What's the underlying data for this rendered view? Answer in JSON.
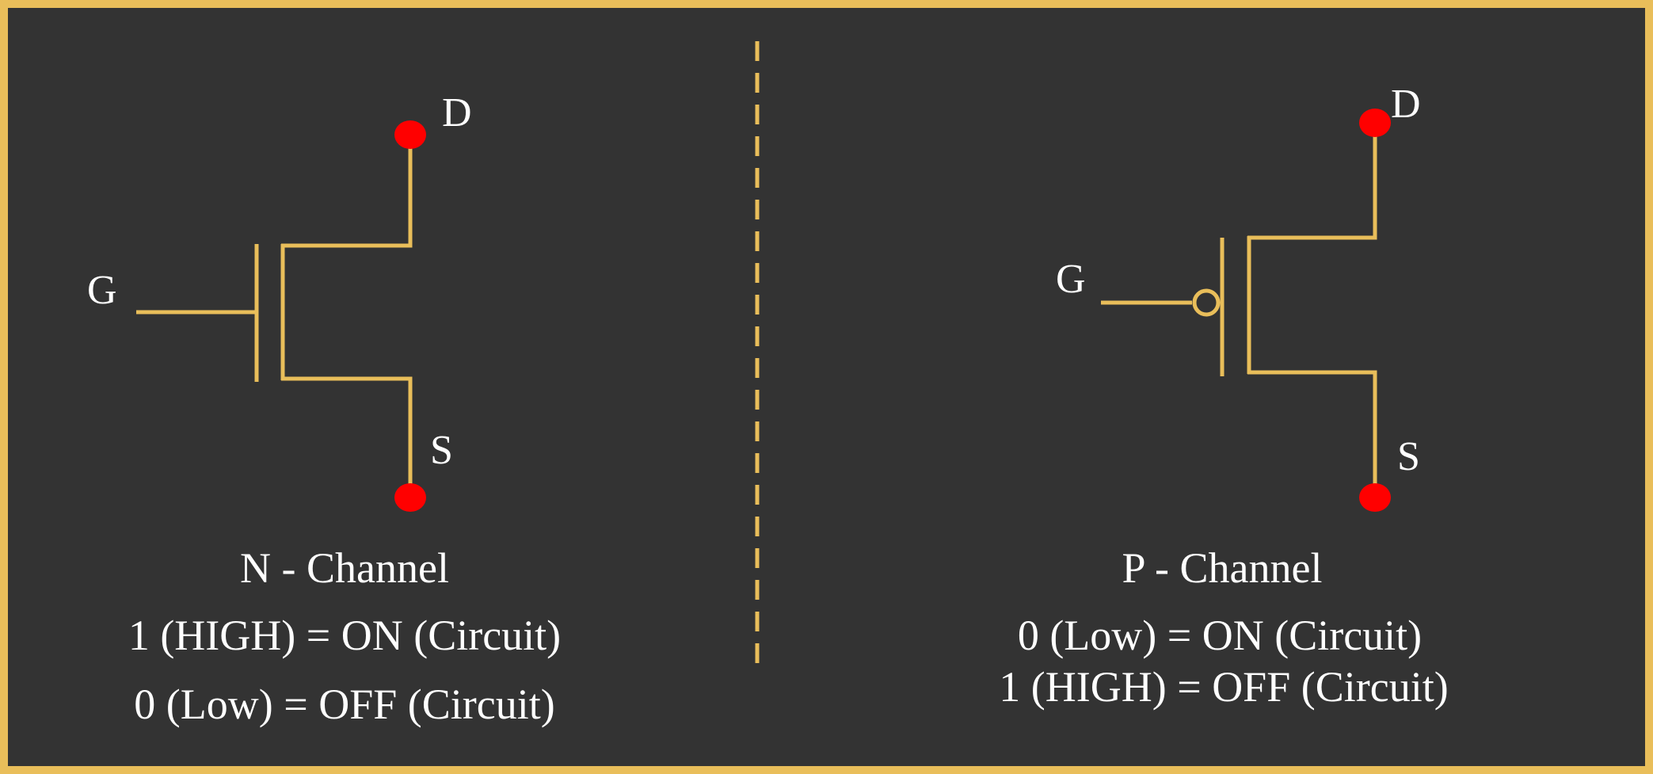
{
  "colors": {
    "background": "#333333",
    "border": "#e9be5a",
    "wire": "#e9be5a",
    "terminal": "#ff0000",
    "text": "#ffffff"
  },
  "n_channel": {
    "gate_label": "G",
    "drain_label": "D",
    "source_label": "S",
    "title": "N - Channel",
    "rules": [
      "1 (HIGH) = ON (Circuit)",
      "0 (Low) = OFF (Circuit)"
    ]
  },
  "p_channel": {
    "gate_label": "G",
    "drain_label": "D",
    "source_label": "S",
    "title": "P - Channel",
    "rules": [
      "0 (Low) = ON (Circuit)",
      "1 (HIGH) = OFF (Circuit)"
    ]
  }
}
